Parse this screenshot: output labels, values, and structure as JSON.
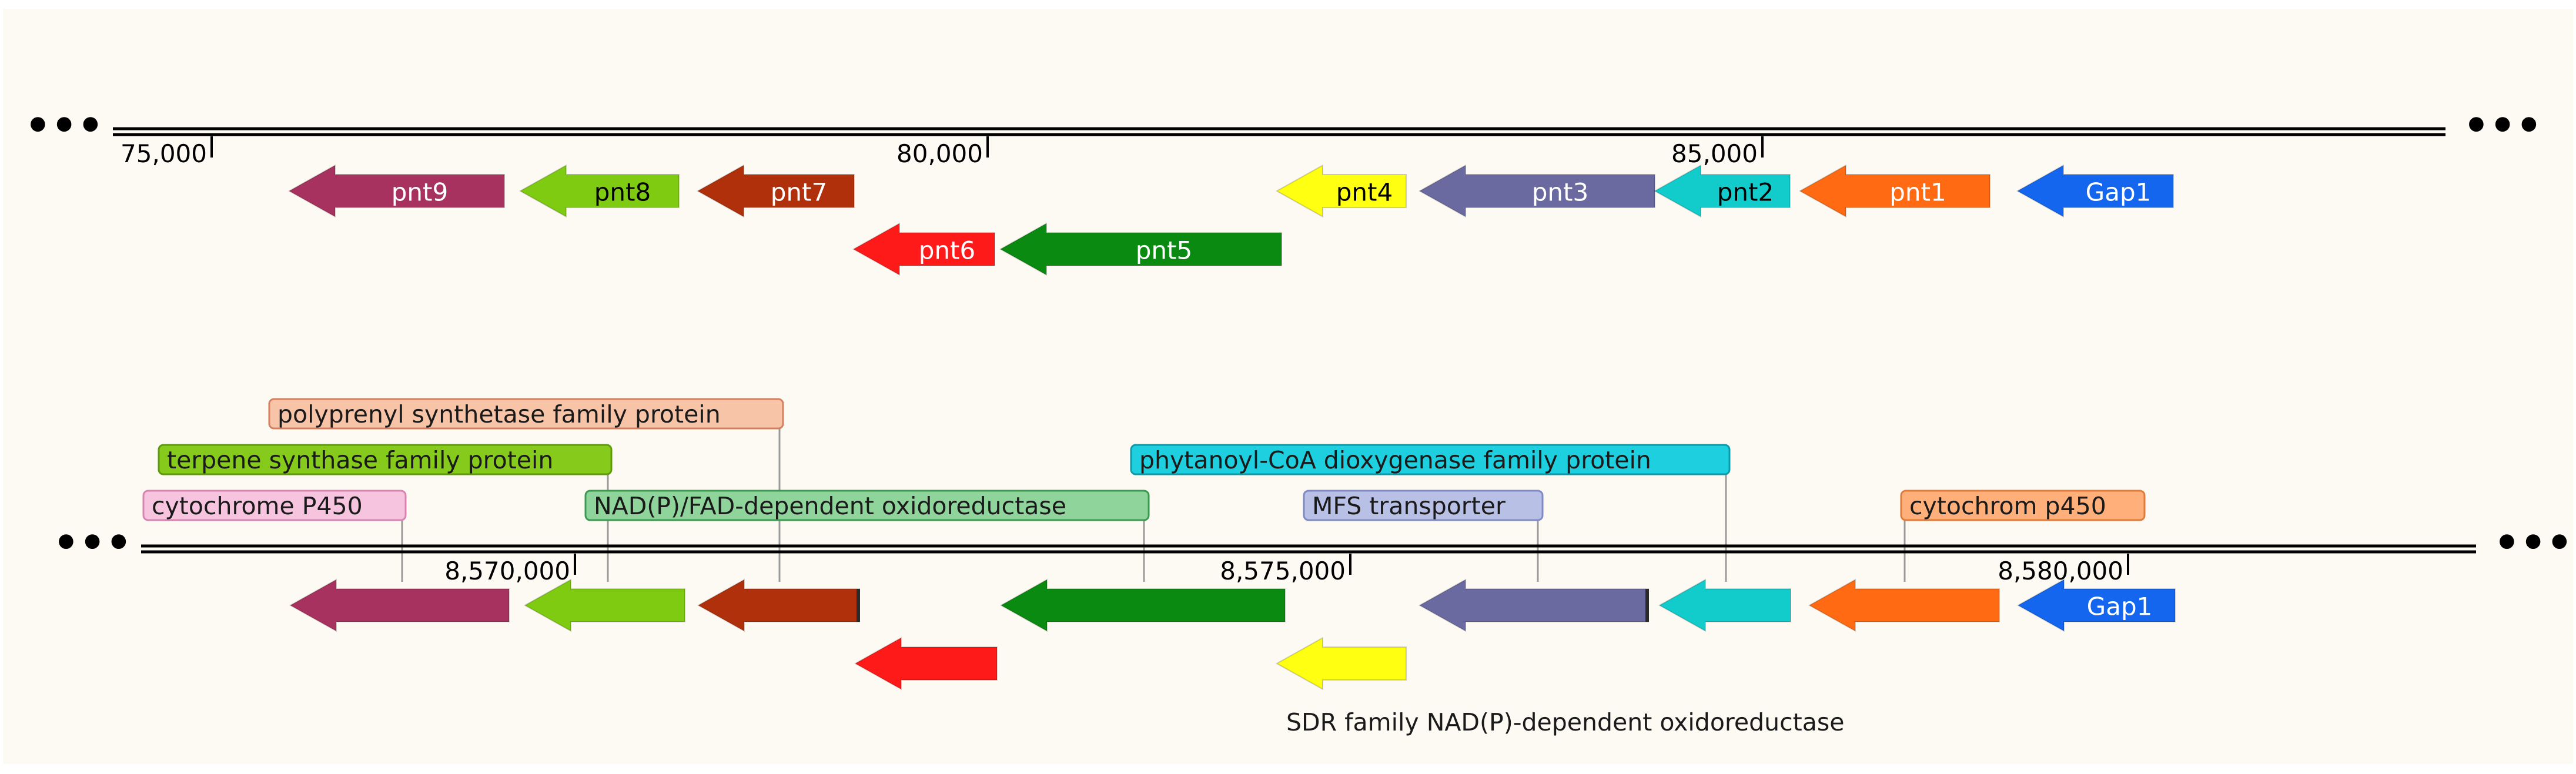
{
  "track1": {
    "ticks": [
      {
        "label": "75,000"
      },
      {
        "label": "80,000"
      },
      {
        "label": "85,000"
      }
    ],
    "genes": [
      {
        "id": "pnt9",
        "label": "pnt9",
        "color": "#a8325f",
        "text_color": "#ffffff"
      },
      {
        "id": "pnt8",
        "label": "pnt8",
        "color": "#7ecb12",
        "text_color": "#000000"
      },
      {
        "id": "pnt7",
        "label": "pnt7",
        "color": "#b0300c",
        "text_color": "#ffffff"
      },
      {
        "id": "pnt6",
        "label": "pnt6",
        "color": "#ff1a1a",
        "text_color": "#ffffff"
      },
      {
        "id": "pnt5",
        "label": "pnt5",
        "color": "#0a8a10",
        "text_color": "#ffffff"
      },
      {
        "id": "pnt4",
        "label": "pnt4",
        "color": "#ffff12",
        "text_color": "#000000"
      },
      {
        "id": "pnt3",
        "label": "pnt3",
        "color": "#6a6aa0",
        "text_color": "#ffffff"
      },
      {
        "id": "pnt2",
        "label": "pnt2",
        "color": "#12cccc",
        "text_color": "#000000"
      },
      {
        "id": "pnt1",
        "label": "pnt1",
        "color": "#ff6a12",
        "text_color": "#ffffff"
      },
      {
        "id": "gap1",
        "label": "Gap1",
        "color": "#1466ef",
        "text_color": "#ffffff"
      }
    ]
  },
  "track2": {
    "ticks": [
      {
        "label": "8,570,000"
      },
      {
        "label": "8,575,000"
      },
      {
        "label": "8,580,000"
      }
    ],
    "genes": [
      {
        "id": "g1",
        "label": "",
        "color": "#a8325f"
      },
      {
        "id": "g2",
        "label": "",
        "color": "#7ecb12"
      },
      {
        "id": "g3",
        "label": "",
        "color": "#b0300c"
      },
      {
        "id": "g4",
        "label": "",
        "color": "#ff1a1a"
      },
      {
        "id": "g5",
        "label": "",
        "color": "#0a8a10"
      },
      {
        "id": "g6",
        "label": "",
        "color": "#ffff12"
      },
      {
        "id": "g7",
        "label": "",
        "color": "#6a6aa0"
      },
      {
        "id": "g8",
        "label": "",
        "color": "#12cccc"
      },
      {
        "id": "g9",
        "label": "",
        "color": "#ff6a12"
      },
      {
        "id": "g10",
        "label": "Gap1",
        "color": "#1466ef"
      }
    ],
    "annotations": [
      {
        "id": "cytochrome-p450",
        "text": "cytochrome P450",
        "fill": "#f6c4de",
        "stroke": "#d884b0"
      },
      {
        "id": "terpene-synthase",
        "text": "terpene synthase family protein",
        "fill": "#86cb1c",
        "stroke": "#5f9a0a"
      },
      {
        "id": "polyprenyl-synthetase",
        "text": "polyprenyl synthetase family protein",
        "fill": "#f8c4a8",
        "stroke": "#d48060"
      },
      {
        "id": "nadp-fad-oxidoreductase",
        "text": "NAD(P)/FAD-dependent oxidoreductase",
        "fill": "#8fd49a",
        "stroke": "#3c9a50"
      },
      {
        "id": "phytanoyl-coa-dioxygenase",
        "text": "phytanoyl-CoA dioxygenase family protein",
        "fill": "#1ecfe0",
        "stroke": "#0a9aaa"
      },
      {
        "id": "mfs-transporter",
        "text": "MFS transporter",
        "fill": "#b8c0e6",
        "stroke": "#7f8ac4"
      },
      {
        "id": "cytochrom-p450",
        "text": "cytochrom p450",
        "fill": "#ffb07a",
        "stroke": "#e07a3a"
      },
      {
        "id": "sdr-oxidoreductase",
        "text": "SDR family NAD(P)-dependent oxidoreductase",
        "fill": "none",
        "stroke": "none"
      }
    ]
  }
}
